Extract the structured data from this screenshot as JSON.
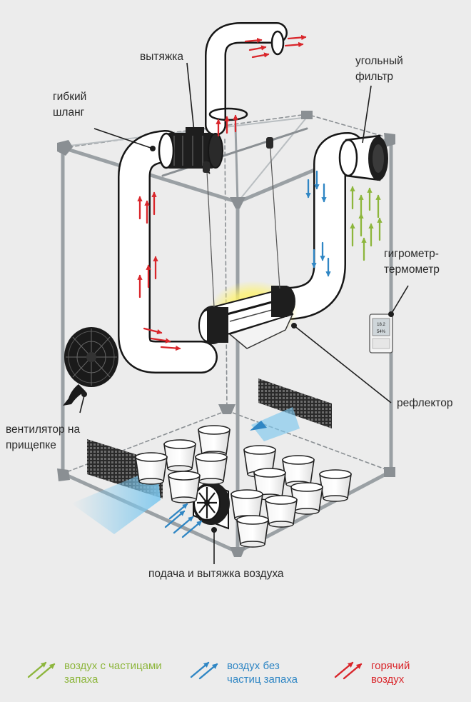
{
  "labels": {
    "exhaust": "вытяжка",
    "flex_hose_1": "гибкий",
    "flex_hose_2": "шланг",
    "carbon_filter_1": "угольный",
    "carbon_filter_2": "фильтр",
    "hygrometer_1": "гигрометр-",
    "hygrometer_2": "термометр",
    "reflector": "рефлектор",
    "clip_fan_1": "вентилятор на",
    "clip_fan_2": "прищепке",
    "intake_exhaust": "подача и вытяжка воздуха"
  },
  "device": {
    "reading_1": "18.2",
    "reading_2": "54%"
  },
  "legend": [
    {
      "line1": "воздух с частицами",
      "line2": "запаха",
      "color": "#8db63c",
      "icon": "green-arrows-icon"
    },
    {
      "line1": "воздух без",
      "line2": "частиц запаха",
      "color": "#2f86c4",
      "icon": "blue-arrows-icon"
    },
    {
      "line1": "горячий",
      "line2": "воздух",
      "color": "#d9262b",
      "icon": "red-arrows-icon"
    }
  ],
  "colors": {
    "frame": "#9aa0a4",
    "hose": "#161616",
    "hot_air": "#d9262b",
    "clean_air": "#2f86c4",
    "odor_air": "#8db63c",
    "lamp_glow": "#fff36a"
  }
}
